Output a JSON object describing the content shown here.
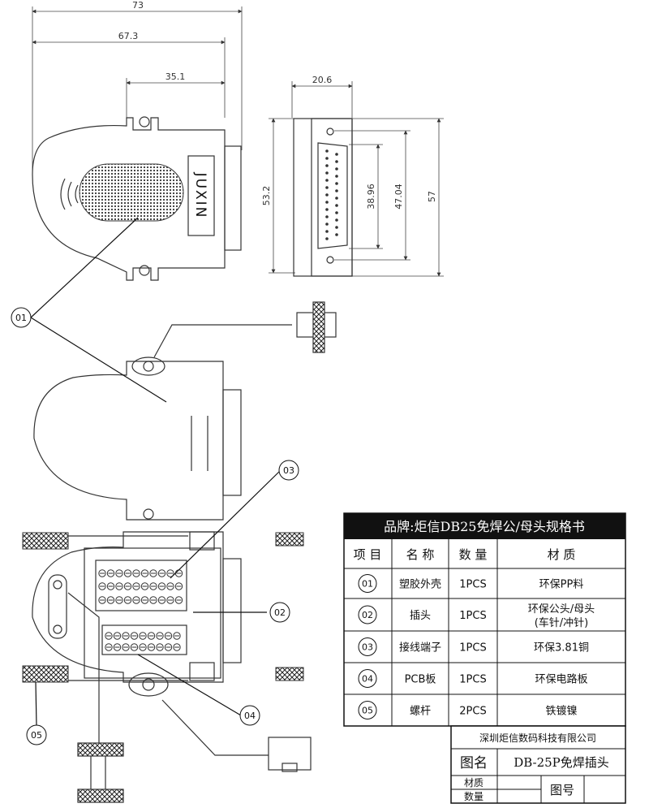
{
  "dimensions": {
    "overall_width": "73",
    "body_width": "67.3",
    "shell_width": "35.1",
    "side_width": "20.6",
    "side_height": "53.2",
    "pin_span": "38.96",
    "mount_span": "47.04",
    "total_height": "57"
  },
  "brand_mark": "JUXIN",
  "callouts": [
    "01",
    "02",
    "03",
    "04",
    "05"
  ],
  "spec_table": {
    "title": "品牌:炬信DB25免焊公/母头规格书",
    "headers": [
      "项 目",
      "名 称",
      "数 量",
      "材 质"
    ],
    "rows": [
      {
        "no": "01",
        "name": "塑胶外壳",
        "qty": "1PCS",
        "material": "环保PP料",
        "material2": ""
      },
      {
        "no": "02",
        "name": "插头",
        "qty": "1PCS",
        "material": "环保公头/母头",
        "material2": "(车针/冲针)"
      },
      {
        "no": "03",
        "name": "接线端子",
        "qty": "1PCS",
        "material": "环保3.81铜",
        "material2": ""
      },
      {
        "no": "04",
        "name": "PCB板",
        "qty": "1PCS",
        "material": "环保电路板",
        "material2": ""
      },
      {
        "no": "05",
        "name": "螺杆",
        "qty": "2PCS",
        "material": "铁镀镍",
        "material2": ""
      }
    ]
  },
  "title_block": {
    "company": "深圳炬信数码科技有限公司",
    "drawing_name_label": "图名",
    "drawing_name": "DB-25P免焊插头",
    "material_label": "材质",
    "quantity_label": "数量",
    "drawing_no_label": "图号"
  }
}
